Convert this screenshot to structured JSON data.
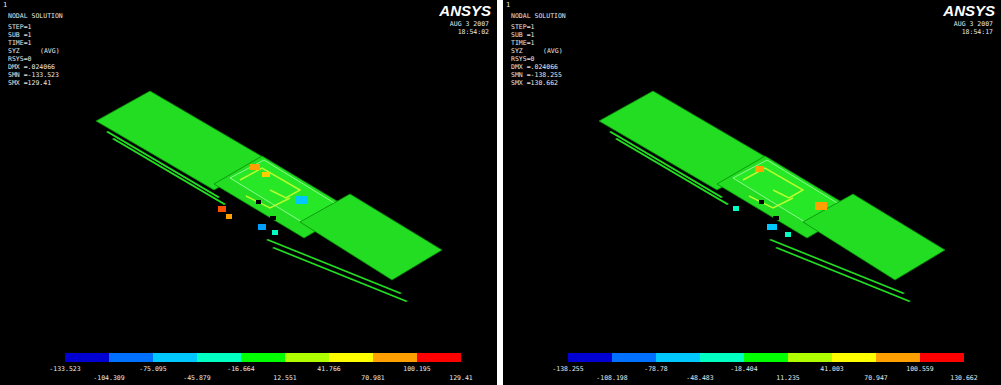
{
  "diagram": {
    "nodes": [
      {
        "text": [
          "1",
          "NODAL SOLUTION",
          "STEP=1",
          "SUB =1",
          "TIME=1",
          "SYZ",
          "(AVG)",
          "RSYS=0",
          "DMX =.024066",
          "SMN =-133.523",
          "SMX =129.41",
          "ANSYS",
          "AUG 3 2007",
          "18:54:02",
          "-133.523",
          "-104.309",
          "-75.095",
          "-45.879",
          "-16.664",
          "12.551",
          "41.766",
          "70.981",
          "100.195",
          "129.41"
        ]
      },
      {
        "text": [
          "1",
          "NODAL SOLUTION",
          "STEP=1",
          "SUB =1",
          "TIME=1",
          "SYZ",
          "(AVG)",
          "RSYS=0",
          "DMX =.024066",
          "SMN =-138.255",
          "SMX =130.662",
          "ANSYS",
          "AUG 3 2007",
          "18:54:17",
          "-138.255",
          "-108.198",
          "-78.78",
          "-48.483",
          "-18.404",
          "11.235",
          "41.003",
          "70.947",
          "100.559",
          "130.662"
        ]
      }
    ]
  }
}
